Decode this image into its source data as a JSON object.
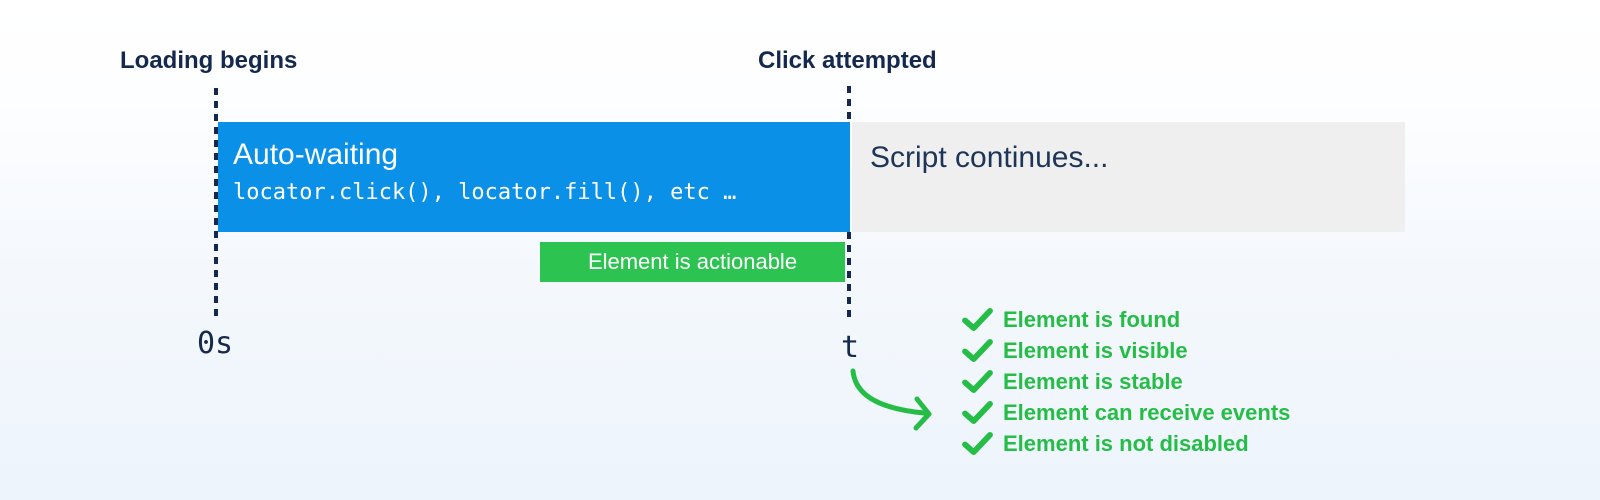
{
  "timeline": {
    "start_label": "Loading begins",
    "end_label": "Click attempted",
    "start_tick": "0s",
    "end_tick": "t"
  },
  "bars": {
    "auto_waiting": {
      "title": "Auto-waiting",
      "code": "locator.click(), locator.fill(), etc …"
    },
    "script_continues": {
      "title": "Script continues..."
    }
  },
  "badge": {
    "label": "Element is actionable"
  },
  "checklist": {
    "items": [
      "Element is found",
      "Element is visible",
      "Element is stable",
      "Element can receive events",
      "Element is not disabled"
    ]
  },
  "icons": {
    "check": "check-icon",
    "arrow": "curved-arrow-icon"
  },
  "colors": {
    "navy_text": "#14294d",
    "auto_waiting_bar": "#0b90e8",
    "script_bar": "#efefef",
    "badge_green": "#2cc351",
    "checklist_green": "#26bd47",
    "background_bottom": "#edf4fb"
  }
}
